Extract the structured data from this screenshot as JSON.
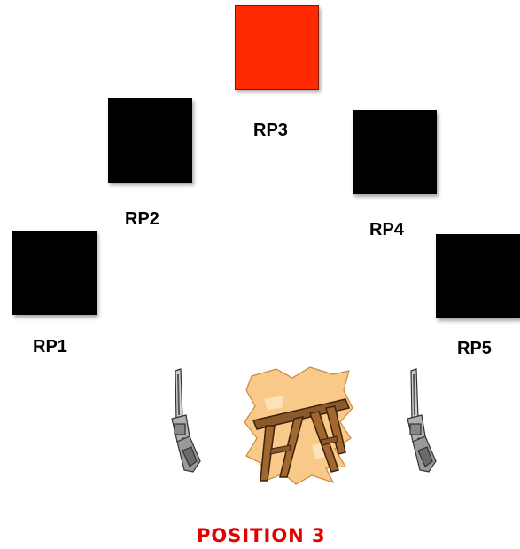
{
  "targets": [
    {
      "id": "rp1",
      "label": "RP1",
      "color": "#000000",
      "active": false
    },
    {
      "id": "rp2",
      "label": "RP2",
      "color": "#000000",
      "active": false
    },
    {
      "id": "rp3",
      "label": "RP3",
      "color": "#ff2a00",
      "active": true
    },
    {
      "id": "rp4",
      "label": "RP4",
      "color": "#000000",
      "active": false
    },
    {
      "id": "rp5",
      "label": "RP5",
      "color": "#000000",
      "active": false
    }
  ],
  "icons": {
    "left_shooter": "revolver-icon",
    "center": "sawhorse-icon",
    "right_shooter": "revolver-icon"
  },
  "position_label": "POSITION 3",
  "position_label_color": "#e50000"
}
